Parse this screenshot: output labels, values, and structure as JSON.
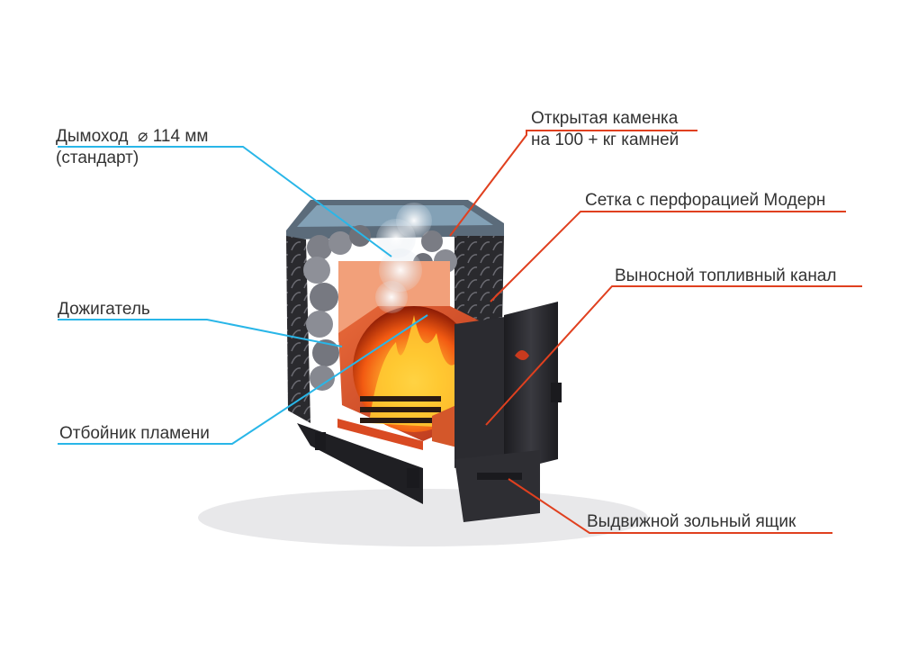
{
  "labels": {
    "chimney": {
      "line1": "Дымоход",
      "diameter_symbol": "⌀",
      "line1_value": "114 мм",
      "line2": "(стандарт)"
    },
    "afterburner": "Дожигатель",
    "flame_deflector": "Отбойник пламени",
    "open_heater": {
      "line1": "Открытая каменка",
      "line2": "на 100 + кг камней"
    },
    "mesh": "Сетка с перфорацией Модерн",
    "fuel_channel": "Выносной топливный канал",
    "ash_drawer": "Выдвижной зольный ящик"
  },
  "colors": {
    "left_callouts": "#29b6e8",
    "right_callouts": "#e0401f",
    "text": "#333333",
    "steel": "#2b2b2f",
    "fire": "#ff7a1a"
  }
}
